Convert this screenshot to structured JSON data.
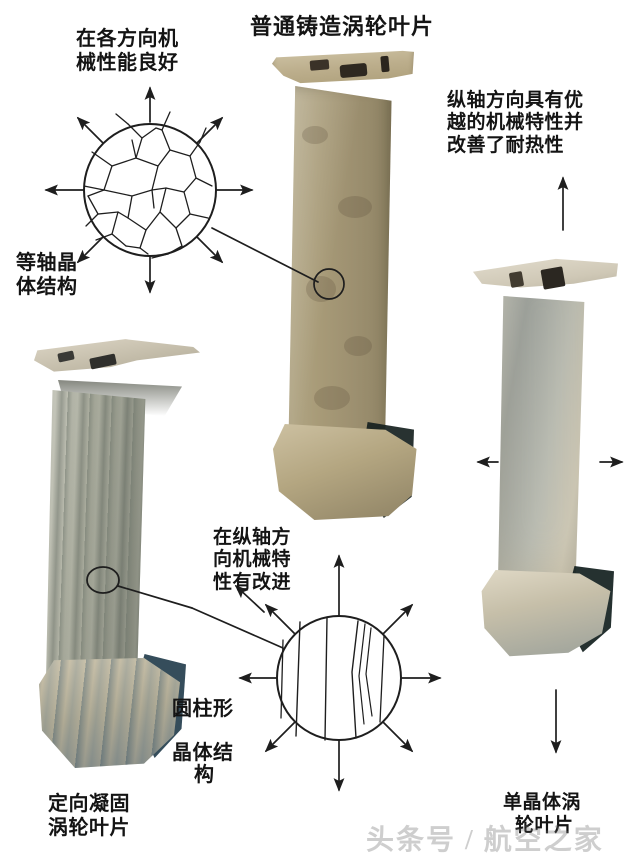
{
  "figure": {
    "title_top": "普通铸造涡轮叶片",
    "watermark": "头条号 / 航空之家"
  },
  "labels": {
    "equiaxed_performance": "在各方向机\n械性能良好",
    "equiaxed_structure_name": "等轴晶\n体结构",
    "axial_performance": "纵轴方向具有优\n越的机械特性并\n改善了耐热性",
    "columnar_performance": "在纵轴方\n向机械特\n性有改进",
    "columnar_structure_line1": "圆柱形",
    "columnar_structure_line2": "晶体结",
    "columnar_structure_line3": "构",
    "directional_blade_name": "定向凝固\n涡轮叶片",
    "single_crystal_name_line1": "单晶体涡",
    "single_crystal_name_line2": "轮叶片"
  },
  "blades": [
    {
      "id": "blade-center",
      "name": "普通铸造涡轮叶片",
      "structure": "等轴晶体结构",
      "surface_color": "#a89b78",
      "shroud_color": "#bcae8c"
    },
    {
      "id": "blade-left",
      "name": "定向凝固涡轮叶片",
      "structure": "圆柱形晶体结构",
      "surface_color": "#a9ab9c",
      "shroud_color": "#c2bba8"
    },
    {
      "id": "blade-right",
      "name": "单晶体涡轮叶片",
      "structure": "单晶体",
      "surface_color": "#b9bbb3",
      "shroud_color": "#cfc8b6"
    }
  ],
  "diagrams": {
    "equiaxed_circle": {
      "caption": "等轴晶体结构",
      "arrow_count": 8,
      "arrow_directions": [
        "up",
        "up-right",
        "right",
        "down-right",
        "down",
        "down-left",
        "left",
        "up-left"
      ]
    },
    "columnar_circle": {
      "caption": "圆柱形晶体结构",
      "arrow_count": 8,
      "arrow_directions": [
        "up",
        "up-right",
        "right",
        "down-right",
        "down",
        "down-left",
        "left",
        "up-left"
      ]
    },
    "single_crystal_arrows": {
      "directions": [
        "up",
        "left",
        "right",
        "down"
      ]
    }
  },
  "colors": {
    "ink": "#141414",
    "line": "#1e1e1e",
    "background": "#ffffff",
    "watermark": "rgba(110,110,110,0.34)"
  }
}
